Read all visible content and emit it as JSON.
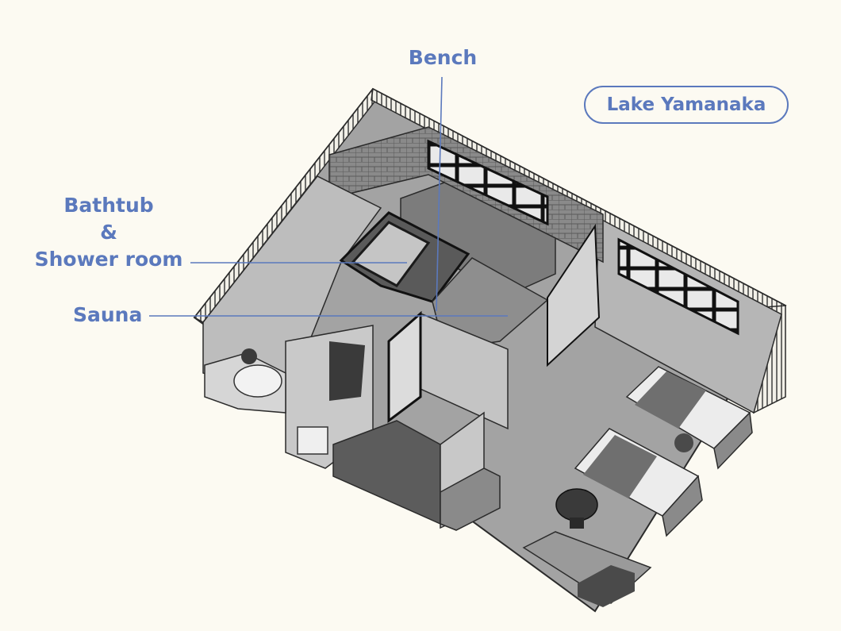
{
  "labels": {
    "bench": "Bench",
    "bathtub_line1": "Bathtub",
    "bathtub_line2": "&",
    "bathtub_line3": "Shower room",
    "sauna": "Sauna"
  },
  "location_badge": "Lake Yamanaka",
  "colors": {
    "background": "#fcfaf2",
    "accent": "#5b79bd",
    "floor": "#a8a8a8",
    "wall": "#bdbdbd",
    "dark": "#3a3a3a",
    "bed": "#ededed"
  }
}
